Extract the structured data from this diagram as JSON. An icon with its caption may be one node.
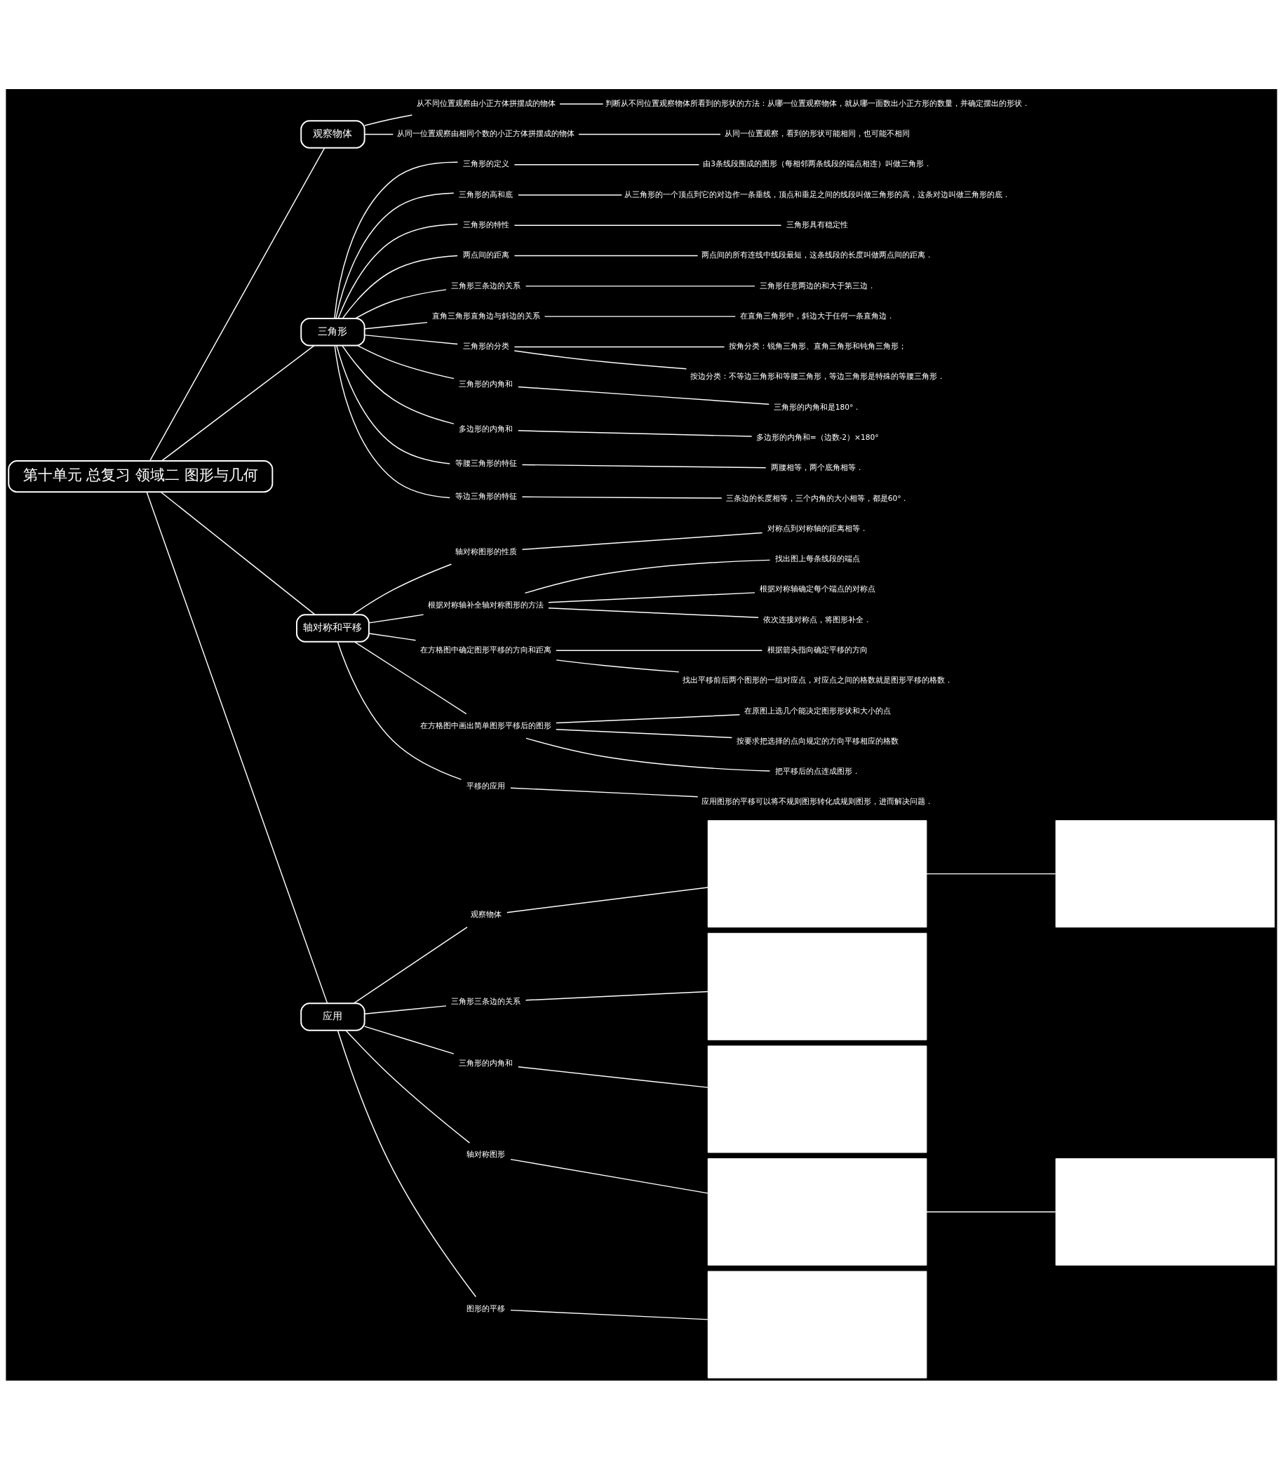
{
  "diagram": {
    "nodes": [
      {
        "text": [
          "第十单元 总复习 领域二 图形与几何"
        ]
      },
      {
        "text": [
          "观察物体"
        ]
      },
      {
        "text": [
          "从不同位置观察由小正方体拼摆成的物体"
        ]
      },
      {
        "text": [
          "判断从不同位置观察物体所看到的形状的方法：从哪一位置观察物体，就从哪一面数出小正方形的数量，并确定摆出的形状．"
        ]
      },
      {
        "text": [
          "从同一位置观察由相同个数的小正方体拼摆成的物体"
        ]
      },
      {
        "text": [
          "从同一位置观察，看到的形状可能相同，也可能不相同"
        ]
      },
      {
        "text": [
          "三角形"
        ]
      },
      {
        "text": [
          "三角形的定义"
        ]
      },
      {
        "text": [
          "由3条线段围成的图形（每相邻两条线段的端点相连）叫做三角形．"
        ]
      },
      {
        "text": [
          "三角形的高和底"
        ]
      },
      {
        "text": [
          "从三角形的一个顶点到它的对边作一条垂线，顶点和垂足之间的线段叫做三角形的高，这条对边叫做三角形的底．"
        ]
      },
      {
        "text": [
          "三角形的特性"
        ]
      },
      {
        "text": [
          "三角形具有稳定性"
        ]
      },
      {
        "text": [
          "两点间的距离"
        ]
      },
      {
        "text": [
          "两点间的所有连线中线段最短，这条线段的长度叫做两点间的距离．"
        ]
      },
      {
        "text": [
          "三角形三条边的关系"
        ]
      },
      {
        "text": [
          "三角形任意两边的和大于第三边．"
        ]
      },
      {
        "text": [
          "直角三角形直角边与斜边的关系"
        ]
      },
      {
        "text": [
          "在直角三角形中，斜边大于任何一条直角边．"
        ]
      },
      {
        "text": [
          "三角形的分类"
        ]
      },
      {
        "text": [
          "按角分类：锐角三角形、直角三角形和钝角三角形；"
        ]
      },
      {
        "text": [
          "按边分类：不等边三角形和等腰三角形，等边三角形是特殊的等腰三角形．"
        ]
      },
      {
        "text": [
          "三角形的内角和"
        ]
      },
      {
        "text": [
          "三角形的内角和是180°．"
        ]
      },
      {
        "text": [
          "多边形的内角和"
        ]
      },
      {
        "text": [
          "多边形的内角和=（边数-2）×180°"
        ]
      },
      {
        "text": [
          "等腰三角形的特征"
        ]
      },
      {
        "text": [
          "两腰相等，两个底角相等．"
        ]
      },
      {
        "text": [
          "等边三角形的特征"
        ]
      },
      {
        "text": [
          "三条边的长度相等，三个内角的大小相等，都是60°．"
        ]
      },
      {
        "text": [
          "轴对称和平移"
        ]
      },
      {
        "text": [
          "轴对称图形的性质"
        ]
      },
      {
        "text": [
          "对称点到对称轴的距离相等．"
        ]
      },
      {
        "text": [
          "根据对称轴补全轴对称图形的方法"
        ]
      },
      {
        "text": [
          "找出图上每条线段的端点"
        ]
      },
      {
        "text": [
          "根据对称轴确定每个端点的对称点"
        ]
      },
      {
        "text": [
          "依次连接对称点，将图形补全．"
        ]
      },
      {
        "text": [
          "在方格图中确定图形平移的方向和距离"
        ]
      },
      {
        "text": [
          "根据箭头指向确定平移的方向"
        ]
      },
      {
        "text": [
          "找出平移前后两个图形的一组对应点，对应点之间的格数就是图形平移的格数．"
        ]
      },
      {
        "text": [
          "在方格图中画出简单图形平移后的图形"
        ]
      },
      {
        "text": [
          "在原图上选几个能决定图形形状和大小的点"
        ]
      },
      {
        "text": [
          "按要求把选择的点向规定的方向平移相应的格数"
        ]
      },
      {
        "text": [
          "把平移后的点连成图形．"
        ]
      },
      {
        "text": [
          "平移的应用"
        ]
      },
      {
        "text": [
          "应用图形的平移可以将不规则图形转化成规则图形，进而解决问题．"
        ]
      },
      {
        "text": [
          "应用"
        ]
      },
      {
        "text": [
          "观察物体"
        ]
      },
      {
        "text": [],
        "shape": "box"
      },
      {
        "text": [],
        "shape": "box"
      },
      {
        "text": [
          "三角形三条边的关系"
        ]
      },
      {
        "text": [],
        "shape": "box"
      },
      {
        "text": [
          "三角形的内角和"
        ]
      },
      {
        "text": [],
        "shape": "box"
      },
      {
        "text": [
          "轴对称图形"
        ]
      },
      {
        "text": [],
        "shape": "box"
      },
      {
        "text": [],
        "shape": "box"
      },
      {
        "text": [
          "图形的平移"
        ]
      },
      {
        "text": [],
        "shape": "box"
      }
    ],
    "edges": [
      {
        "from": 0,
        "to": 1,
        "arrow": "none"
      },
      {
        "from": 1,
        "to": 2,
        "arrow": "none"
      },
      {
        "from": 2,
        "to": 3,
        "arrow": "none"
      },
      {
        "from": 1,
        "to": 4,
        "arrow": "none"
      },
      {
        "from": 4,
        "to": 5,
        "arrow": "none"
      },
      {
        "from": 0,
        "to": 6,
        "arrow": "none"
      },
      {
        "from": 6,
        "to": 7,
        "arrow": "none"
      },
      {
        "from": 7,
        "to": 8,
        "arrow": "none"
      },
      {
        "from": 6,
        "to": 9,
        "arrow": "none"
      },
      {
        "from": 9,
        "to": 10,
        "arrow": "none"
      },
      {
        "from": 6,
        "to": 11,
        "arrow": "none"
      },
      {
        "from": 11,
        "to": 12,
        "arrow": "none"
      },
      {
        "from": 6,
        "to": 13,
        "arrow": "none"
      },
      {
        "from": 13,
        "to": 14,
        "arrow": "none"
      },
      {
        "from": 6,
        "to": 15,
        "arrow": "none"
      },
      {
        "from": 15,
        "to": 16,
        "arrow": "none"
      },
      {
        "from": 6,
        "to": 17,
        "arrow": "none"
      },
      {
        "from": 17,
        "to": 18,
        "arrow": "none"
      },
      {
        "from": 6,
        "to": 19,
        "arrow": "none"
      },
      {
        "from": 19,
        "to": 20,
        "arrow": "none"
      },
      {
        "from": 19,
        "to": 21,
        "arrow": "none"
      },
      {
        "from": 6,
        "to": 22,
        "arrow": "none"
      },
      {
        "from": 22,
        "to": 23,
        "arrow": "none"
      },
      {
        "from": 6,
        "to": 24,
        "arrow": "none"
      },
      {
        "from": 24,
        "to": 25,
        "arrow": "none"
      },
      {
        "from": 6,
        "to": 26,
        "arrow": "none"
      },
      {
        "from": 26,
        "to": 27,
        "arrow": "none"
      },
      {
        "from": 6,
        "to": 28,
        "arrow": "none"
      },
      {
        "from": 28,
        "to": 29,
        "arrow": "none"
      },
      {
        "from": 0,
        "to": 30,
        "arrow": "none"
      },
      {
        "from": 30,
        "to": 31,
        "arrow": "none"
      },
      {
        "from": 31,
        "to": 32,
        "arrow": "none"
      },
      {
        "from": 30,
        "to": 33,
        "arrow": "none"
      },
      {
        "from": 33,
        "to": 34,
        "arrow": "none"
      },
      {
        "from": 33,
        "to": 35,
        "arrow": "none"
      },
      {
        "from": 33,
        "to": 36,
        "arrow": "none"
      },
      {
        "from": 30,
        "to": 37,
        "arrow": "none"
      },
      {
        "from": 37,
        "to": 38,
        "arrow": "none"
      },
      {
        "from": 37,
        "to": 39,
        "arrow": "none"
      },
      {
        "from": 30,
        "to": 40,
        "arrow": "none"
      },
      {
        "from": 40,
        "to": 41,
        "arrow": "none"
      },
      {
        "from": 40,
        "to": 42,
        "arrow": "none"
      },
      {
        "from": 40,
        "to": 43,
        "arrow": "none"
      },
      {
        "from": 30,
        "to": 44,
        "arrow": "none"
      },
      {
        "from": 44,
        "to": 45,
        "arrow": "none"
      },
      {
        "from": 0,
        "to": 46,
        "arrow": "none"
      },
      {
        "from": 46,
        "to": 47,
        "arrow": "none"
      },
      {
        "from": 47,
        "to": 48,
        "arrow": "none"
      },
      {
        "from": 48,
        "to": 49,
        "arrow": "none"
      },
      {
        "from": 46,
        "to": 50,
        "arrow": "none"
      },
      {
        "from": 50,
        "to": 51,
        "arrow": "none"
      },
      {
        "from": 46,
        "to": 52,
        "arrow": "none"
      },
      {
        "from": 52,
        "to": 53,
        "arrow": "none"
      },
      {
        "from": 46,
        "to": 54,
        "arrow": "none"
      },
      {
        "from": 54,
        "to": 55,
        "arrow": "none"
      },
      {
        "from": 55,
        "to": 56,
        "arrow": "none"
      },
      {
        "from": 46,
        "to": 57,
        "arrow": "none"
      },
      {
        "from": 57,
        "to": 58,
        "arrow": "none"
      }
    ]
  }
}
